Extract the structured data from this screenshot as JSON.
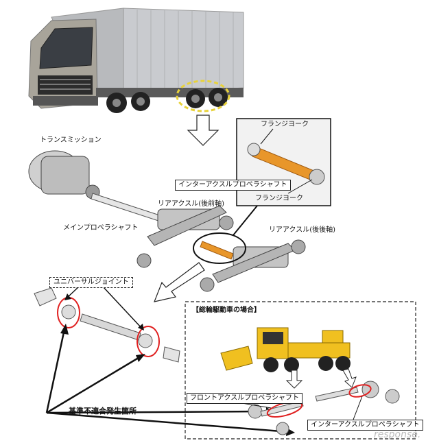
{
  "labels": {
    "transmission": "トランスミッション",
    "flange_yoke_top": "フランジヨーク",
    "flange_yoke_bottom": "フランジヨーク",
    "inter_axle_shaft": "インターアクスルプロペラシャフト",
    "rear_axle_front": "リアアクスル(後前軸)",
    "rear_axle_rear": "リアアクスル(後後軸)",
    "main_propeller_shaft": "メインプロペラシャフト",
    "universal_joint": "ユニバーサルジョイント",
    "nonconformity_location": "基準不適合発生箇所",
    "awd_title": "【総輪駆動車の場合】",
    "front_axle_shaft": "フロントアクスルプロペラシャフト",
    "inter_axle_shaft_awd": "インターアクスルプロペラシャフト",
    "watermark": "response."
  },
  "colors": {
    "highlight_yellow": "#e8d23a",
    "shaft_orange": "#e8962a",
    "circle_red": "#e02020",
    "awd_truck_yellow": "#f0c020"
  }
}
